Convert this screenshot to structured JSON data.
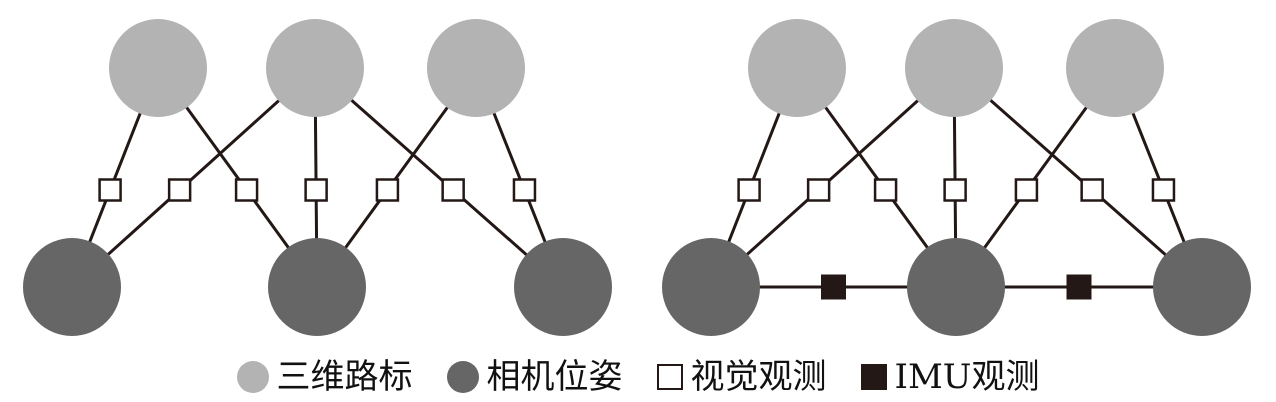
{
  "colors": {
    "landmark": "#b3b3b3",
    "pose": "#666666",
    "edge": "#231815",
    "visual_fill": "#ffffff",
    "imu_fill": "#231815"
  },
  "legend": {
    "landmark_label": "三维路标",
    "pose_label": "相机位姿",
    "visual_label": "视觉观测",
    "imu_label": "IMU观测"
  },
  "graphs": [
    {
      "name": "left",
      "landmarks": [
        "L1",
        "L2",
        "L3"
      ],
      "poses": [
        "P1",
        "P2",
        "P3"
      ],
      "visual_observations": [
        [
          "L1",
          "P1"
        ],
        [
          "L2",
          "P1"
        ],
        [
          "L1",
          "P2"
        ],
        [
          "L2",
          "P2"
        ],
        [
          "L3",
          "P2"
        ],
        [
          "L2",
          "P3"
        ],
        [
          "L3",
          "P3"
        ]
      ],
      "imu_observations": []
    },
    {
      "name": "right",
      "landmarks": [
        "L1",
        "L2",
        "L3"
      ],
      "poses": [
        "P1",
        "P2",
        "P3"
      ],
      "visual_observations": [
        [
          "L1",
          "P1"
        ],
        [
          "L2",
          "P1"
        ],
        [
          "L1",
          "P2"
        ],
        [
          "L2",
          "P2"
        ],
        [
          "L3",
          "P2"
        ],
        [
          "L2",
          "P3"
        ],
        [
          "L3",
          "P3"
        ]
      ],
      "imu_observations": [
        [
          "P1",
          "P2"
        ],
        [
          "P2",
          "P3"
        ]
      ]
    }
  ]
}
